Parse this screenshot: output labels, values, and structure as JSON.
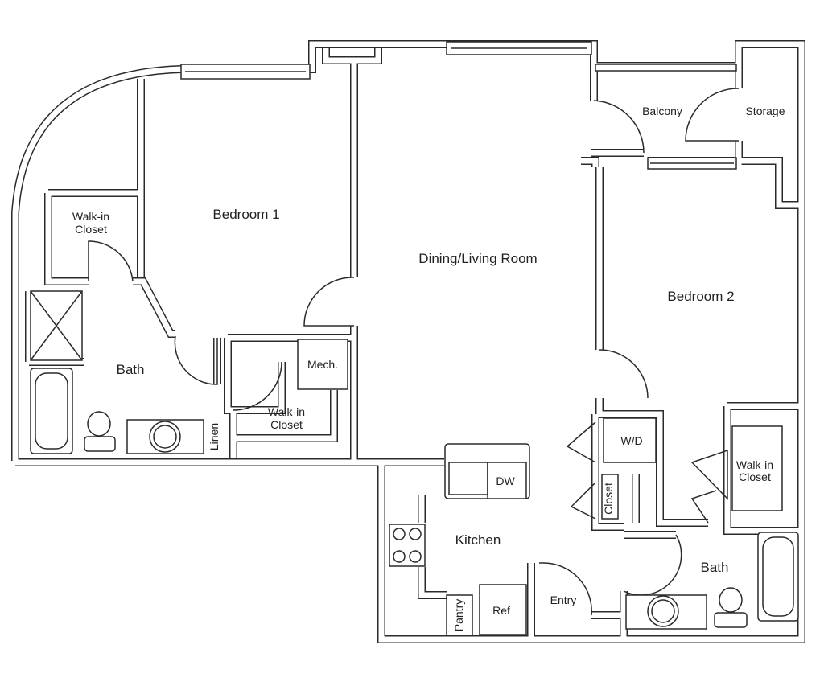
{
  "rooms": {
    "bedroom1": "Bedroom 1",
    "walkin1_line1": "Walk-in",
    "walkin1_line2": "Closet",
    "bath1": "Bath",
    "linen": "Linen",
    "walkin2_line1": "Walk-in",
    "walkin2_line2": "Closet",
    "mech": "Mech.",
    "dining_living": "Dining/Living Room",
    "balcony": "Balcony",
    "storage": "Storage",
    "bedroom2": "Bedroom 2",
    "wd": "W/D",
    "closet": "Closet",
    "walkin3_line1": "Walk-in",
    "walkin3_line2": "Closet",
    "bath2": "Bath",
    "kitchen": "Kitchen",
    "dw": "DW",
    "pantry": "Pantry",
    "ref": "Ref",
    "entry": "Entry"
  }
}
